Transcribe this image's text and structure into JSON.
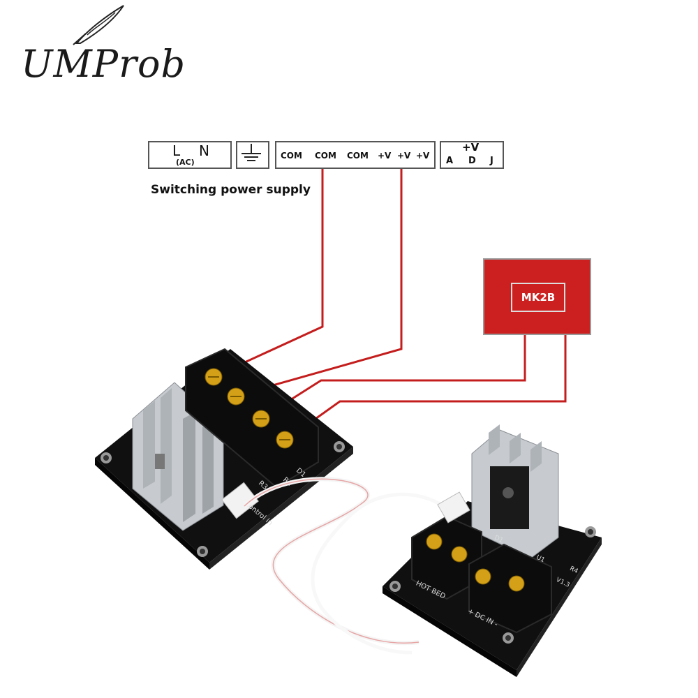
{
  "logo": {
    "text": "UMProb"
  },
  "psu": {
    "ac_block": {
      "l": "L",
      "n": "N",
      "ac": "(AC)"
    },
    "terminals": [
      "COM",
      "COM",
      "COM",
      "+V",
      "+V",
      "+V"
    ],
    "adj_block": {
      "plus_v": "+V",
      "a": "A",
      "d": "D",
      "j": "J"
    },
    "caption": "Switching power supply"
  },
  "heatbed": {
    "label": "MK2B"
  },
  "board_left": {
    "labels": [
      "R3",
      "R1",
      "D1",
      "Control in"
    ]
  },
  "board_right": {
    "labels": [
      "HOT BED",
      "+ DC IN -",
      "D1",
      "U1",
      "R4",
      "V1.3"
    ]
  },
  "colors": {
    "wire": "#c41d1d",
    "heatbed": "#cc1f1f",
    "board": "#101010",
    "screw": "#d4a017",
    "heatsink": "#bfc3c7"
  }
}
